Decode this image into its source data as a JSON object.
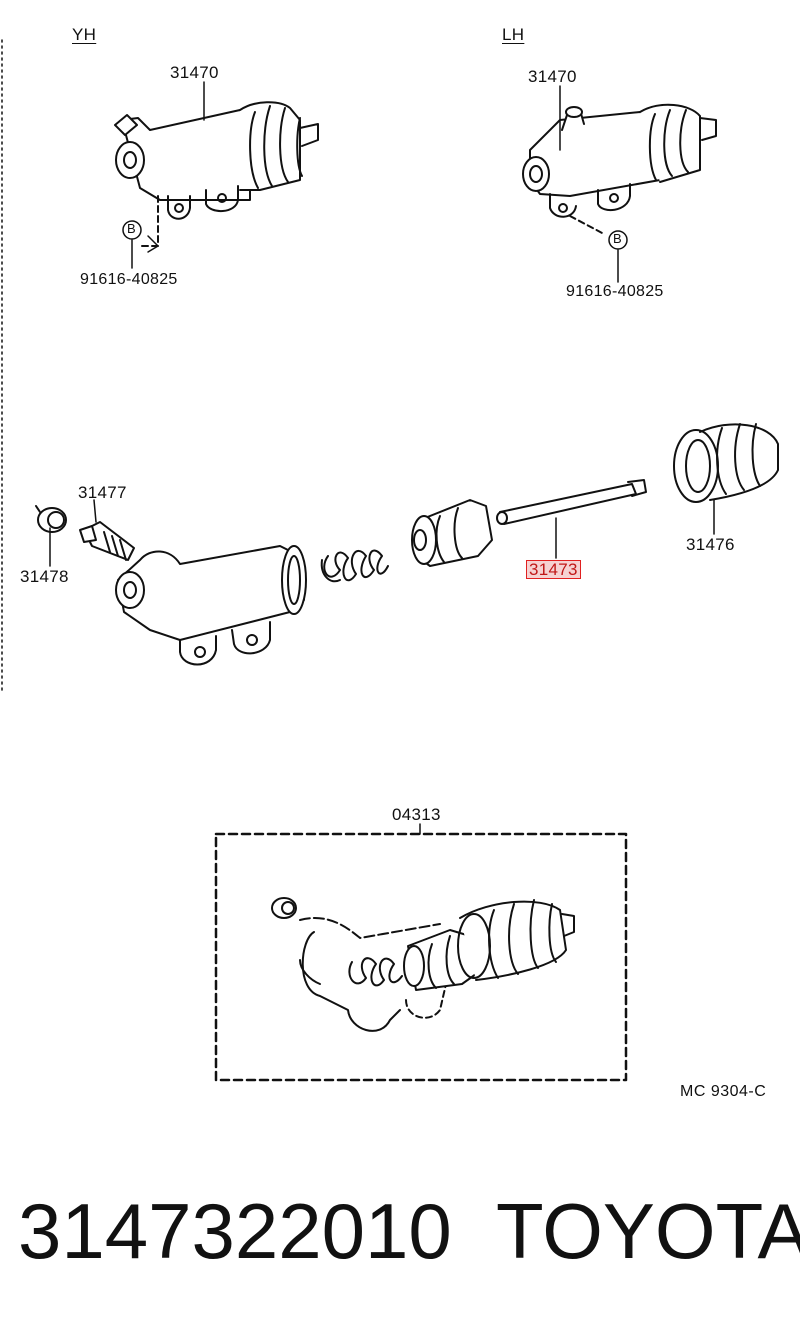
{
  "variants": {
    "yh": "YH",
    "lh": "LH"
  },
  "labels": {
    "yh_assembly": "31470",
    "lh_assembly": "31470",
    "yh_bolt": "91616-40825",
    "lh_bolt": "91616-40825",
    "bolt_marker": "B",
    "bleeder_plug": "31477",
    "bleeder_cap": "31478",
    "push_rod": "31473",
    "boot": "31476",
    "repair_kit": "04313"
  },
  "diagram_code": "MC 9304-C",
  "part_number": "3147322010",
  "brand": "TOYOTA",
  "highlight_color": "#e02020"
}
